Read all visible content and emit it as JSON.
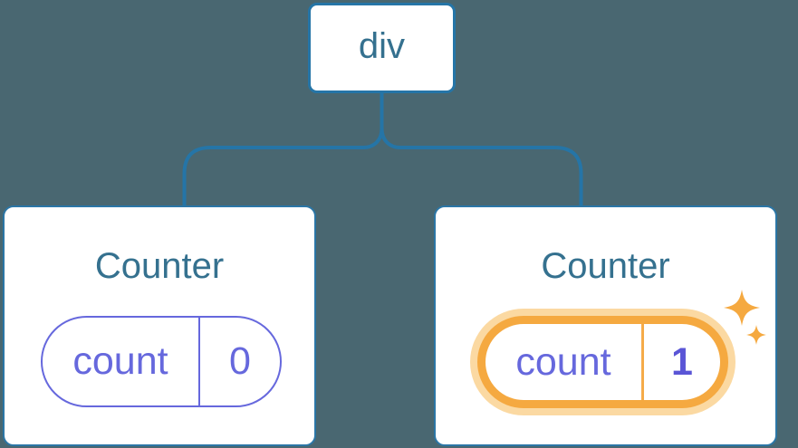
{
  "canvas": {
    "background": "#496771"
  },
  "colors": {
    "node_border": "#2575A7",
    "connector": "#2575A7",
    "node_text": "#35718F",
    "card_bg": "#FFFFFF",
    "state_purple": "#6668DD",
    "state_value_bold_purple": "#5A55D6",
    "highlight_orange": "#F5A940",
    "highlight_glow": "#FBD9A2",
    "sparkle": "#F5A940"
  },
  "root_node": {
    "label": "div"
  },
  "components": [
    {
      "title": "Counter",
      "state_key": "count",
      "state_value": "0",
      "highlighted": false
    },
    {
      "title": "Counter",
      "state_key": "count",
      "state_value": "1",
      "highlighted": true
    }
  ]
}
